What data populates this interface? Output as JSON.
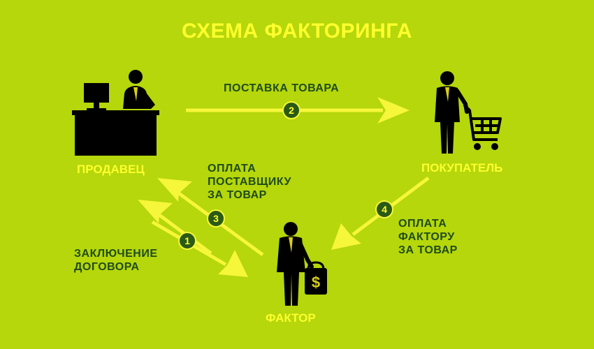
{
  "title": "СХЕМА ФАКТОРИНГА",
  "actors": {
    "seller": "ПРОДАВЕЦ",
    "buyer": "ПОКУПАТЕЛЬ",
    "factor": "ФАКТОР"
  },
  "flows": {
    "contract": {
      "step": "1",
      "label": [
        "ЗАКЛЮЧЕНИЕ",
        "ДОГОВОРА"
      ]
    },
    "delivery": {
      "step": "2",
      "label": [
        "ПОСТАВКА ТОВАРА"
      ]
    },
    "payment_to_supplier": {
      "step": "3",
      "label": [
        "ОПЛАТА",
        "ПОСТАВЩИКУ",
        "ЗА ТОВАР"
      ]
    },
    "payment_to_factor": {
      "step": "4",
      "label": [
        "ОПЛАТА",
        "ФАКТОРУ",
        "ЗА ТОВАР"
      ]
    }
  },
  "icons": {
    "seller": "seller-at-desk-icon",
    "buyer": "buyer-with-cart-icon",
    "factor": "factor-with-money-bag-icon",
    "bag_symbol": "$"
  },
  "colors": {
    "background": "#b5d70b",
    "arrow": "#f6f63a",
    "title": "#ffff2e",
    "label": "#1f4a1c",
    "badge": "#2a5a16",
    "figure": "#000000"
  }
}
